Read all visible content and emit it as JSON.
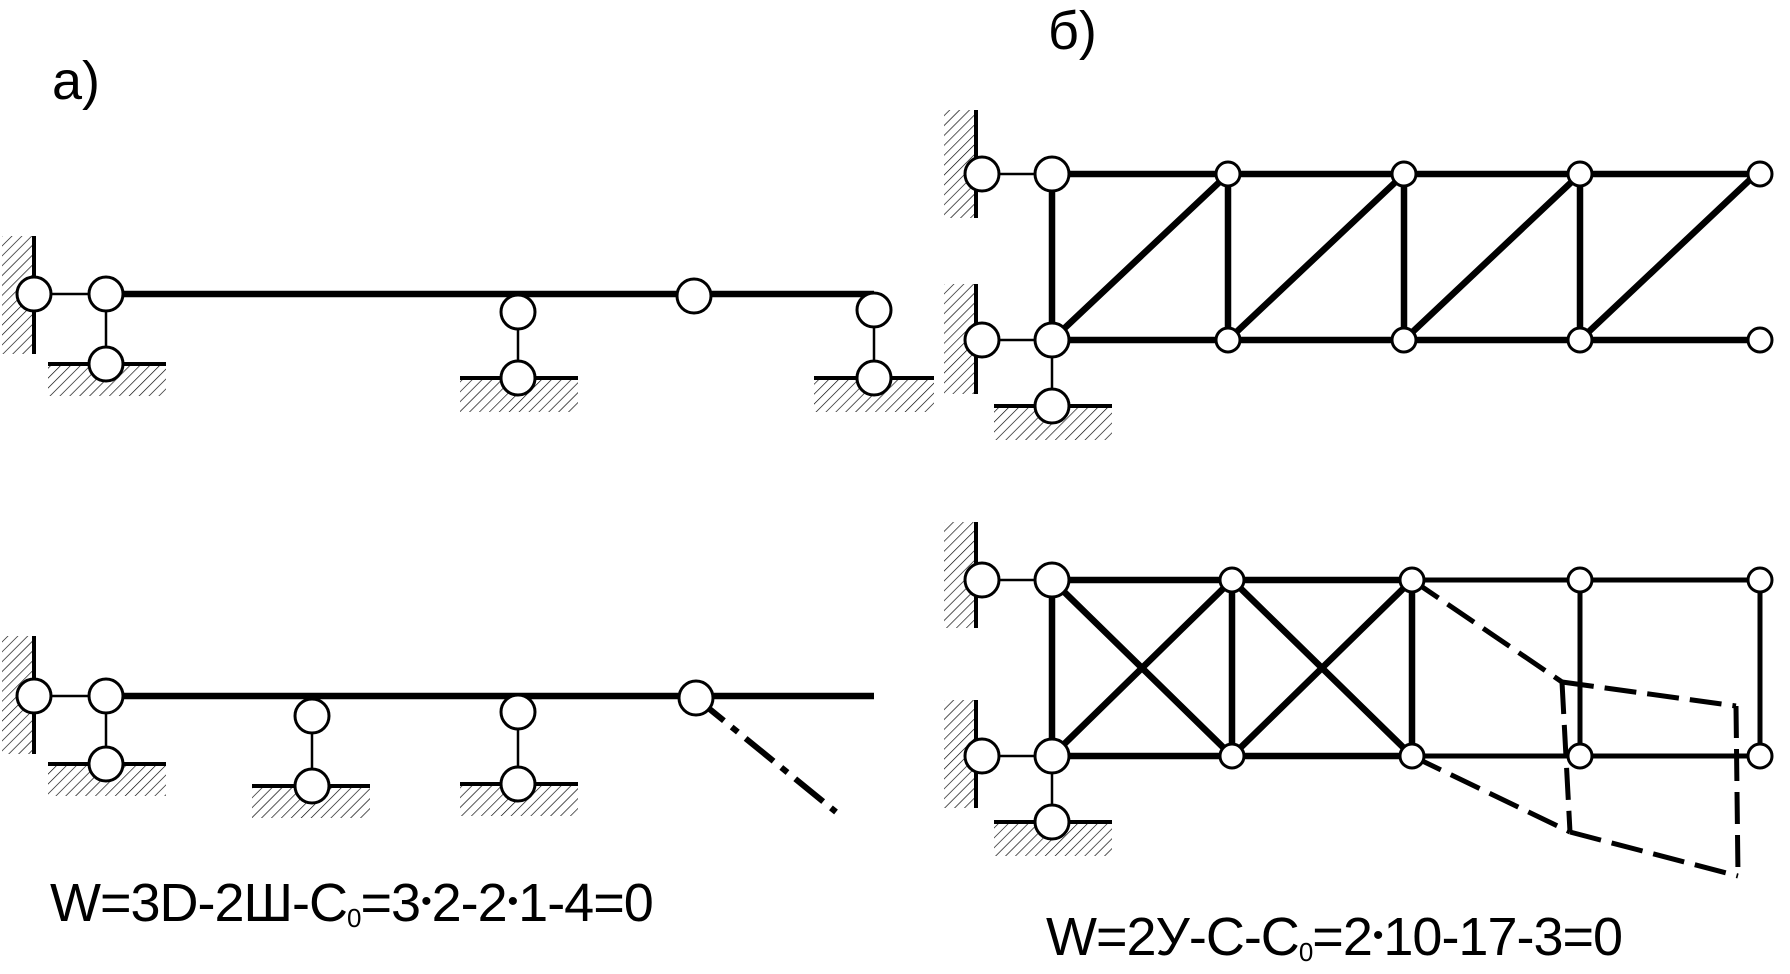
{
  "panels": {
    "a": {
      "label": "а)",
      "formula": {
        "lead": "W=3D-2Ш-C",
        "sub": "0",
        "rest": "=3",
        "dot1": "•",
        "p2": "2-2",
        "dot2": "•",
        "p3": "1-4=0"
      }
    },
    "b": {
      "label": "б)",
      "formula": {
        "lead": "W=2У-C-C",
        "sub": "0",
        "rest": "=2",
        "dot1": "•",
        "p2": "10-17-3=0"
      }
    }
  },
  "colors": {
    "ink": "#000000",
    "paper": "#ffffff",
    "hatch": "#000000"
  }
}
